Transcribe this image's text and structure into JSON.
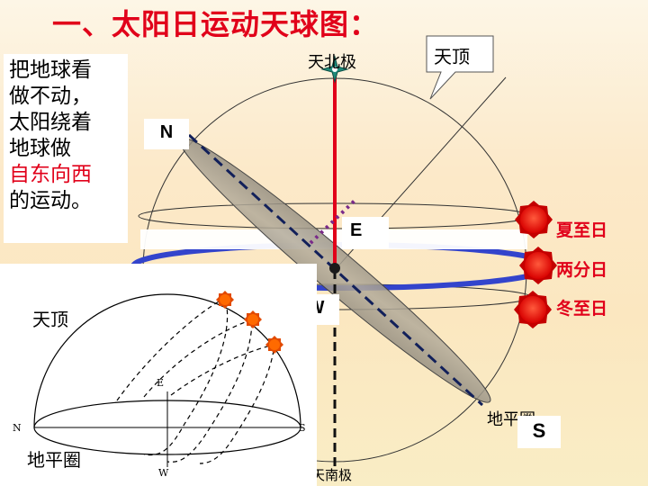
{
  "title": "一、太阳日运动天球图：",
  "note": {
    "lines": [
      "把地球看",
      "做不动，",
      "太阳绕着",
      "地球做"
    ],
    "highlight": "自东向西",
    "tail": "的运动。"
  },
  "labels": {
    "north_pole": "天北极",
    "south_pole": "天南极",
    "zenith_callout": "天顶",
    "N": "N",
    "S": "S",
    "E": "E",
    "W": "W",
    "horizon": "地平圈",
    "summer": "夏至日",
    "equinox": "两分日",
    "winter": "冬至日"
  },
  "inset": {
    "zenith": "天顶",
    "horizon": "地平圈",
    "N": "N",
    "S": "S",
    "E": "E",
    "W": "W"
  },
  "colors": {
    "title": "#e1001a",
    "axis": "#e1001a",
    "equator": "#3344cc",
    "sun": "#ee1100",
    "dotted_line": "#7a2a8a",
    "horizon_disc": "#999080"
  }
}
